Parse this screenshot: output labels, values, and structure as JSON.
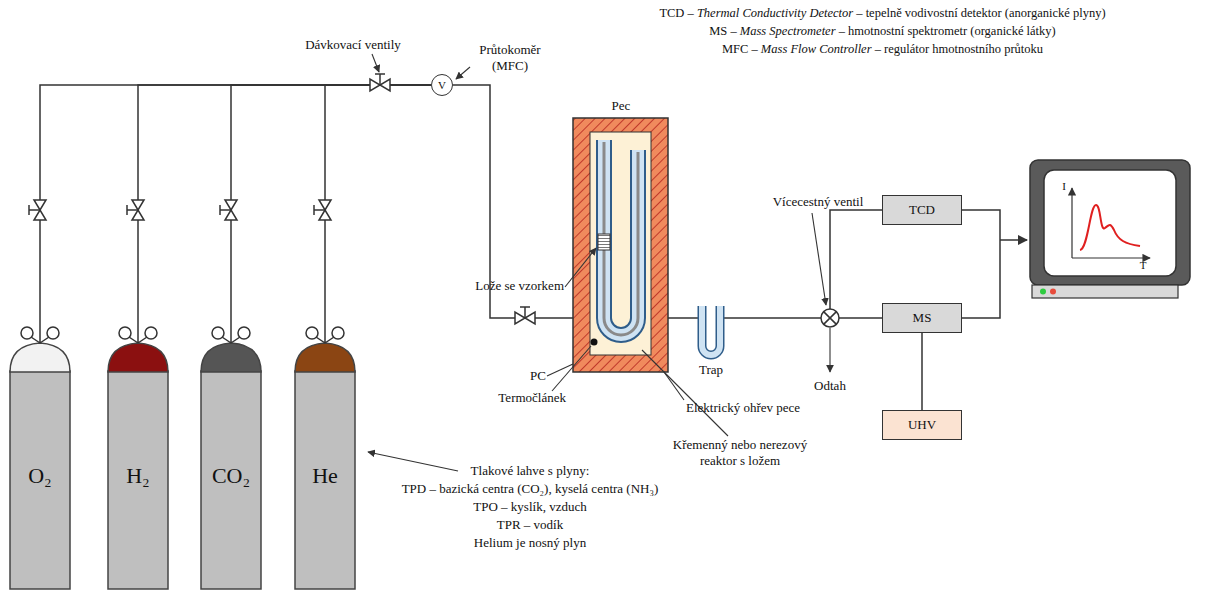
{
  "diagram": {
    "nodes": [
      {
        "text": [
          "O₂"
        ]
      },
      {
        "text": [
          "H₂"
        ]
      },
      {
        "text": [
          "CO₂"
        ]
      },
      {
        "text": [
          "He"
        ]
      },
      {
        "text": [
          "V"
        ]
      },
      {
        "text": [
          "TCD"
        ]
      },
      {
        "text": [
          "MS"
        ]
      },
      {
        "text": [
          "UHV"
        ]
      }
    ],
    "edges": [
      {
        "from": 0,
        "to": 4,
        "arrow": "none"
      },
      {
        "from": 1,
        "to": 4,
        "arrow": "none"
      },
      {
        "from": 2,
        "to": 4,
        "arrow": "none"
      },
      {
        "from": 3,
        "to": 4,
        "arrow": "none"
      },
      {
        "from": 6,
        "to": 7,
        "arrow": "none"
      }
    ],
    "labels": [
      "TCD – Thermal Conductivity Detector – tepelně vodivostní detektor (anorganické plyny)",
      "MS – Mass Spectrometer – hmotnostní spektrometr (organické látky)",
      "MFC – Mass Flow Controller – regulátor hmotnostního průtoku",
      "Dávkovací ventily",
      "Průtokoměr (MFC)",
      "Pec",
      "Vícecestný ventil",
      "Lože se vzorkem",
      "PC",
      "Termočlánek",
      "Trap",
      "Odtah",
      "Elektrický ohřev pece",
      "Křemenný nebo nerezový reaktor s ložem",
      "I",
      "T",
      "Tlakové lahve s plyny:",
      "TPD – bazická centra (CO₂), kyselá centra (NH₃)",
      "TPO – kyslík, vzduch",
      "TPR – vodík",
      "Helium je nosný plyn"
    ]
  }
}
